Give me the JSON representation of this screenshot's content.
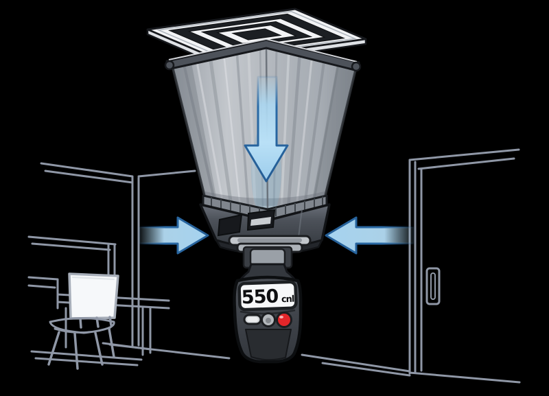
{
  "scene": {
    "background_color": "#000000",
    "subject": "airflow-capture-hood-on-ceiling-diffuser"
  },
  "airflow": {
    "arrow_fill": "#a9d6f0",
    "arrow_stroke": "#2a6aa6",
    "down_arrow": "airflow-down-arrow",
    "left_arrow": "airflow-in-left-arrow",
    "right_arrow": "airflow-in-right-arrow"
  },
  "meter": {
    "display_value": "550",
    "display_unit": "cnl",
    "display_bg": "#f7f8f9",
    "buttons": {
      "pill_color": "#d3d6d9",
      "round_color": "#b4b8bc",
      "power_color": "#e2262a"
    }
  },
  "hood": {
    "fabric_color": "#b5bac0",
    "base_color": "#3a3e45"
  },
  "sketch": {
    "line_color": "#8f97a6",
    "whiteboard_fill": "#f6f8fa"
  }
}
